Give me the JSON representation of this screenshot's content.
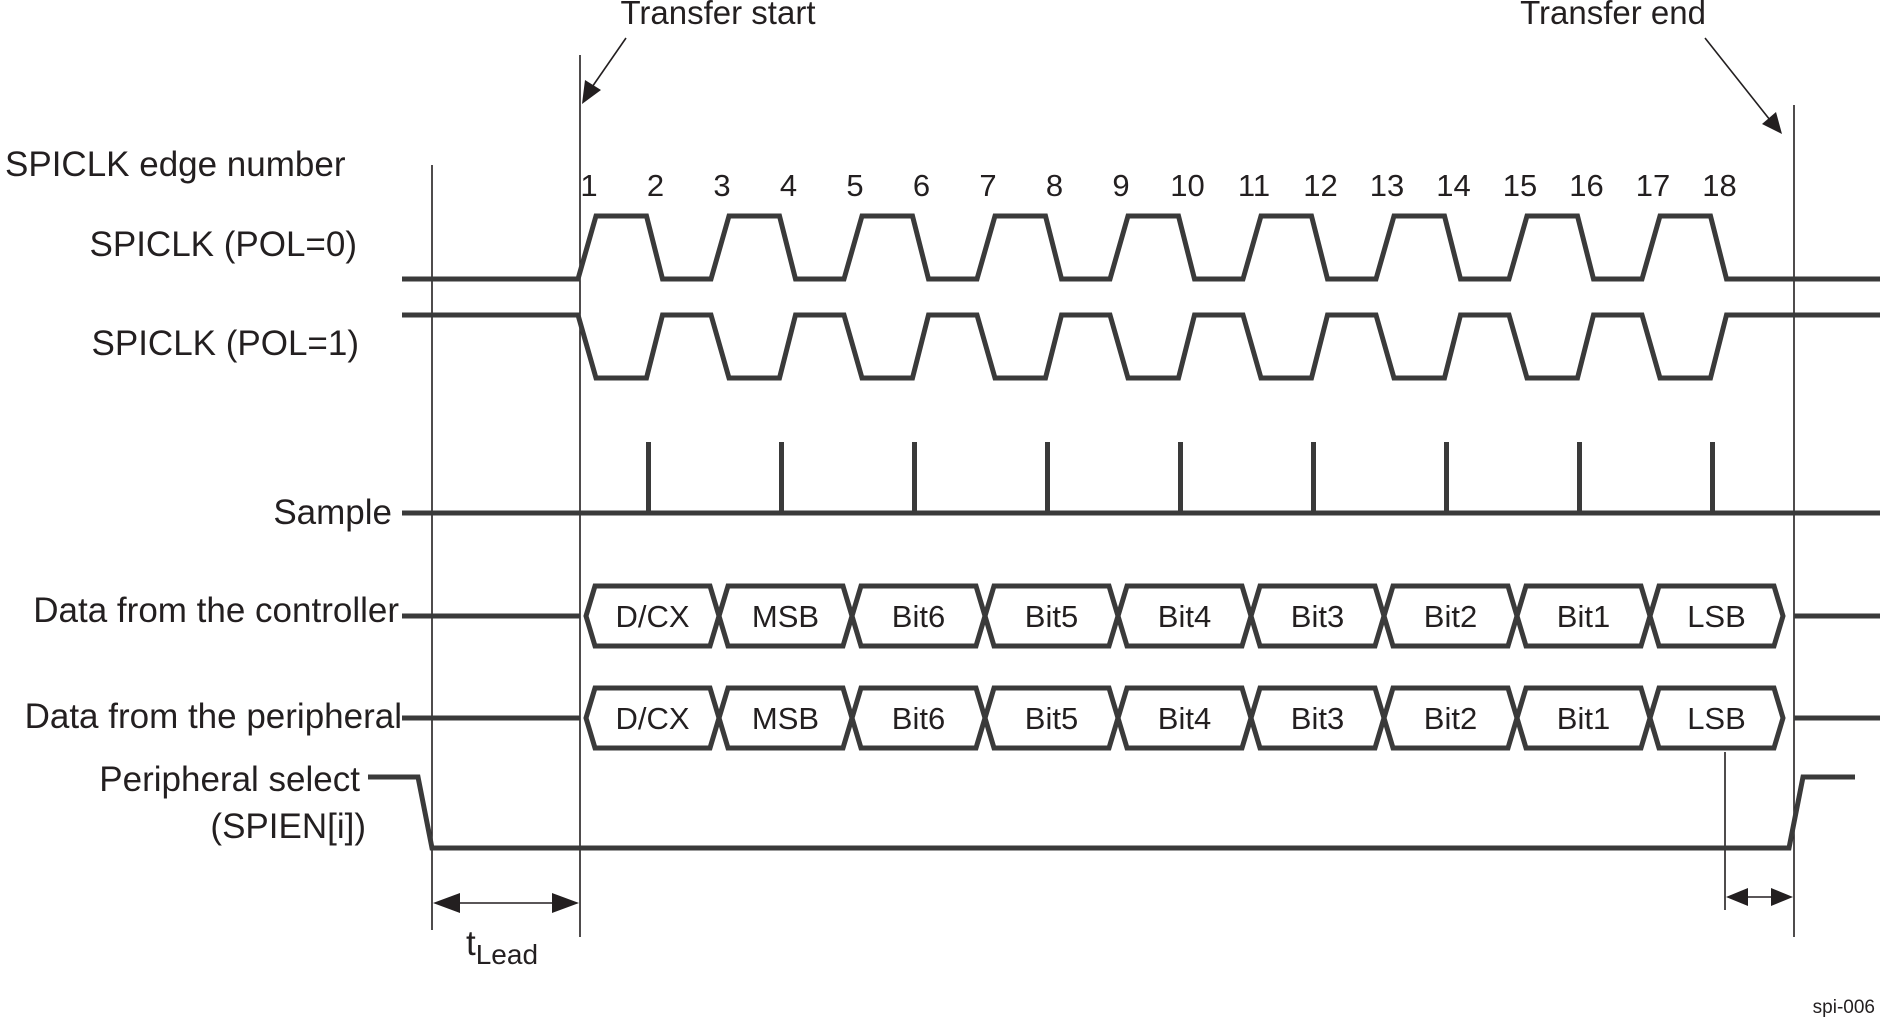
{
  "annotations": {
    "transfer_start": "Transfer start",
    "transfer_end": "Transfer end",
    "t_lead_main": "t",
    "t_lead_sub": "Lead",
    "figure_id": "spi-006"
  },
  "signals": {
    "edge_number": "SPICLK edge number",
    "clk_pol0": "SPICLK (POL=0)",
    "clk_pol1": "SPICLK (POL=1)",
    "sample": "Sample",
    "data_controller": "Data from the controller",
    "data_peripheral": "Data from the peripheral",
    "peripheral_select_1": "Peripheral select",
    "peripheral_select_2": "(SPIEN[i])"
  },
  "edge_numbers": [
    "1",
    "2",
    "3",
    "4",
    "5",
    "6",
    "7",
    "8",
    "9",
    "10",
    "11",
    "12",
    "13",
    "14",
    "15",
    "16",
    "17",
    "18"
  ],
  "data_bits": [
    "D/CX",
    "MSB",
    "Bit6",
    "Bit5",
    "Bit4",
    "Bit3",
    "Bit2",
    "Bit1",
    "LSB"
  ]
}
